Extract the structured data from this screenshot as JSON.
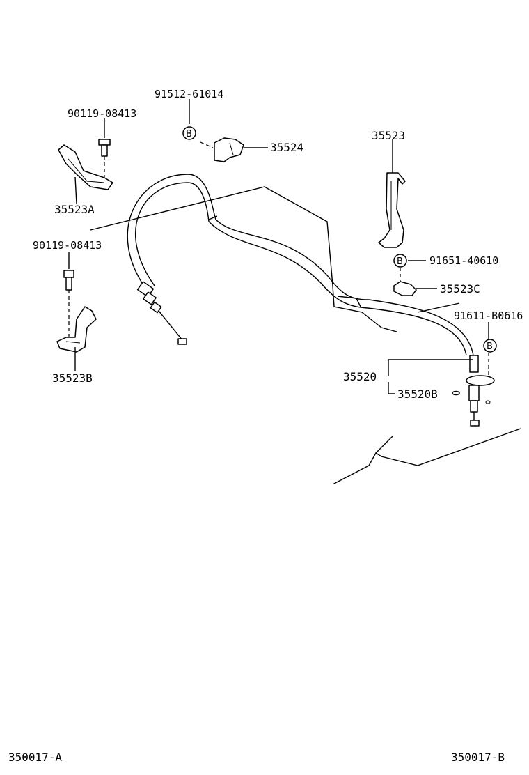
{
  "labels": {
    "p91512": "91512-61014",
    "p90119a": "90119-08413",
    "p35524": "35524",
    "p35523": "35523",
    "p35523A": "35523A",
    "p90119b": "90119-08413",
    "p91651": "91651-40610",
    "p35523C": "35523C",
    "p91611": "91611-B0616",
    "p35520": "35520",
    "p35520B": "35520B",
    "p35523B": "35523B"
  },
  "bolt_symbol": "B",
  "footer": {
    "left": "350017-A",
    "right": "350017-B"
  }
}
